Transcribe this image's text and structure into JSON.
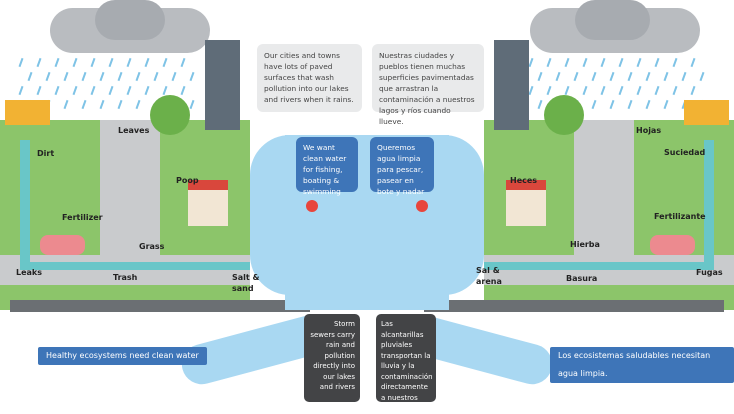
{
  "english": {
    "intro": "Our cities and towns have lots of paved surfaces that wash pollution into our lakes and rivers when it rains.",
    "want": "We want clean water for fishing, boating & swimming",
    "storm": "Storm sewers carry rain and pollution directly into our lakes and rivers",
    "banner": "Healthy ecosystems need clean water",
    "labels": {
      "leaves": "Leaves",
      "dirt": "Dirt",
      "poop": "Poop",
      "fertilizer": "Fertilizer",
      "grass": "Grass",
      "leaks": "Leaks",
      "trash": "Trash",
      "salt": "Salt &",
      "sand": "sand"
    }
  },
  "spanish": {
    "intro": "Nuestras ciudades y pueblos tienen muchas superficies pavimentadas que arrastran la contaminación a nuestros lagos y ríos cuando llueve.",
    "want": "Queremos agua limpia para pescar, pasear en bote y nadar",
    "storm": "Las alcantarillas pluviales transportan la lluvia y la contaminación directamente a nuestros lagos y ríos",
    "banner": "Los ecosistemas saludables necesitan agua limpia.",
    "labels": {
      "leaves": "Hojas",
      "dirt": "Suciedad",
      "poop": "Heces",
      "fertilizer": "Fertilizante",
      "grass": "Hierba",
      "leaks": "Fugas",
      "trash": "Basura",
      "salt": "Sal &",
      "sand": "arena"
    }
  },
  "colors": {
    "river": "#a9d8f2",
    "blue_box": "#3e75b8",
    "dark_box": "#434446",
    "ground": "#8cc56a",
    "pipe": "#69c6c8"
  }
}
